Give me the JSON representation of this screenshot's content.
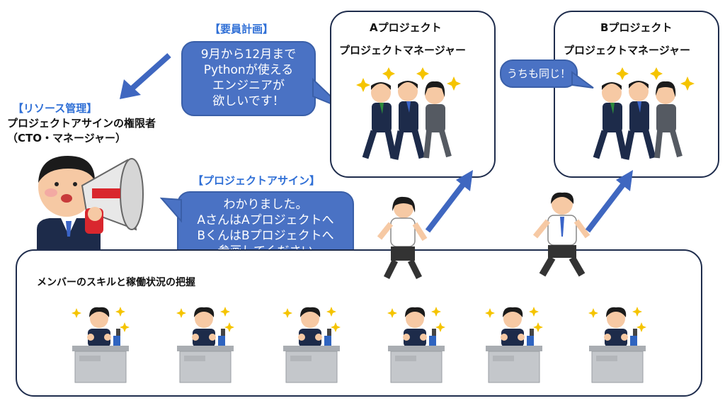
{
  "plan": {
    "title": "【要員計画】",
    "bubble": [
      "9月から12月まで",
      "Pythonが使える",
      "エンジニアが",
      "欲しいです！"
    ]
  },
  "resource": {
    "title": "【リソース管理】",
    "role": "プロジェクトアサインの権限者",
    "who": "（CTO・マネージャー）"
  },
  "assign": {
    "title": "【プロジェクトアサイン】",
    "bubble": [
      "わかりました。",
      "AさんはAプロジェクトへ",
      "BくんはBプロジェクトへ",
      "参画してください"
    ]
  },
  "project_a": {
    "name": "Aプロジェクト",
    "role": "プロジェクトマネージャー"
  },
  "project_b": {
    "name": "Bプロジェクト",
    "role": "プロジェクトマネージャー",
    "bubble": "うちも同じ！"
  },
  "members": {
    "title": "メンバーのスキルと稼働状況の把握"
  },
  "colors": {
    "accent": "#2f6fd6",
    "bubble": "#4a72c4",
    "border": "#1f2d4d",
    "suit": "#1d2b4a"
  }
}
